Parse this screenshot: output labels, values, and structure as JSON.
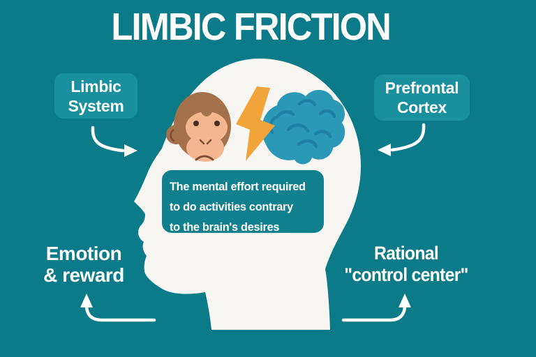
{
  "title": "LIMBIC FRICTION",
  "labels": {
    "limbic": {
      "line1": "Limbic",
      "line2": "System"
    },
    "prefrontal": {
      "line1": "Prefrontal",
      "line2": "Cortex"
    },
    "emotion": {
      "line1": "Emotion",
      "line2": "& reward"
    },
    "rational": {
      "line1": "Rational",
      "line2": "\"control center\""
    }
  },
  "center_note": {
    "line1": "The mental effort required",
    "line2": "to do activities contrary",
    "line3": "to the brain's desires"
  },
  "icons": {
    "limbic_system": "monkey-face-icon",
    "friction": "lightning-bolt-icon",
    "prefrontal_cortex": "brain-icon",
    "figure": "head-silhouette"
  },
  "colors": {
    "background": "#0B7A89",
    "label_box": "#1A8F9D",
    "center_box": "#11808E",
    "head": "#F7F6F2",
    "text": "#FFFFFF",
    "monkey_brown": "#A5714A",
    "monkey_tan": "#F3B68F",
    "monkey_features": "#7E4E33",
    "brain_fill": "#2B98B7",
    "brain_lines": "#1E80A4",
    "bolt": "#F2A33A"
  }
}
